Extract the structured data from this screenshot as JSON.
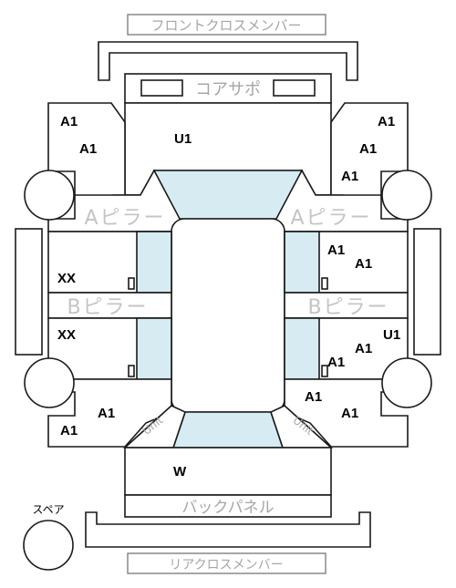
{
  "labels": {
    "front_cross_member": "フロントクロスメンバー",
    "core_support": "コアサポ",
    "a_pillar_left": "Aピラー",
    "a_pillar_right": "Aピラー",
    "b_pillar_left": "Bピラー",
    "b_pillar_right": "Bピラー",
    "back_panel": "バックパネル",
    "rear_cross_member": "リアクロスメンバー",
    "spare": "スペア",
    "unit_left": "Unit",
    "unit_right": "Unit"
  },
  "codes": {
    "front_left_1": "A1",
    "front_left_2": "A1",
    "hood": "U1",
    "front_right_1": "A1",
    "front_right_2": "A1",
    "front_right_3": "A1",
    "front_door_left": "XX",
    "front_door_right_1": "A1",
    "front_door_right_2": "A1",
    "rear_door_left": "XX",
    "rear_door_right_u": "U1",
    "rear_door_right_1": "A1",
    "rear_door_right_2": "A1",
    "rear_left_1": "A1",
    "rear_left_2": "A1",
    "rear_right_1": "A1",
    "rear_right_2": "A1",
    "trunk": "W"
  },
  "colors": {
    "glass": "#d6ebf2",
    "outline": "#1a1a1a",
    "label_gray": "#a6a6a6"
  }
}
